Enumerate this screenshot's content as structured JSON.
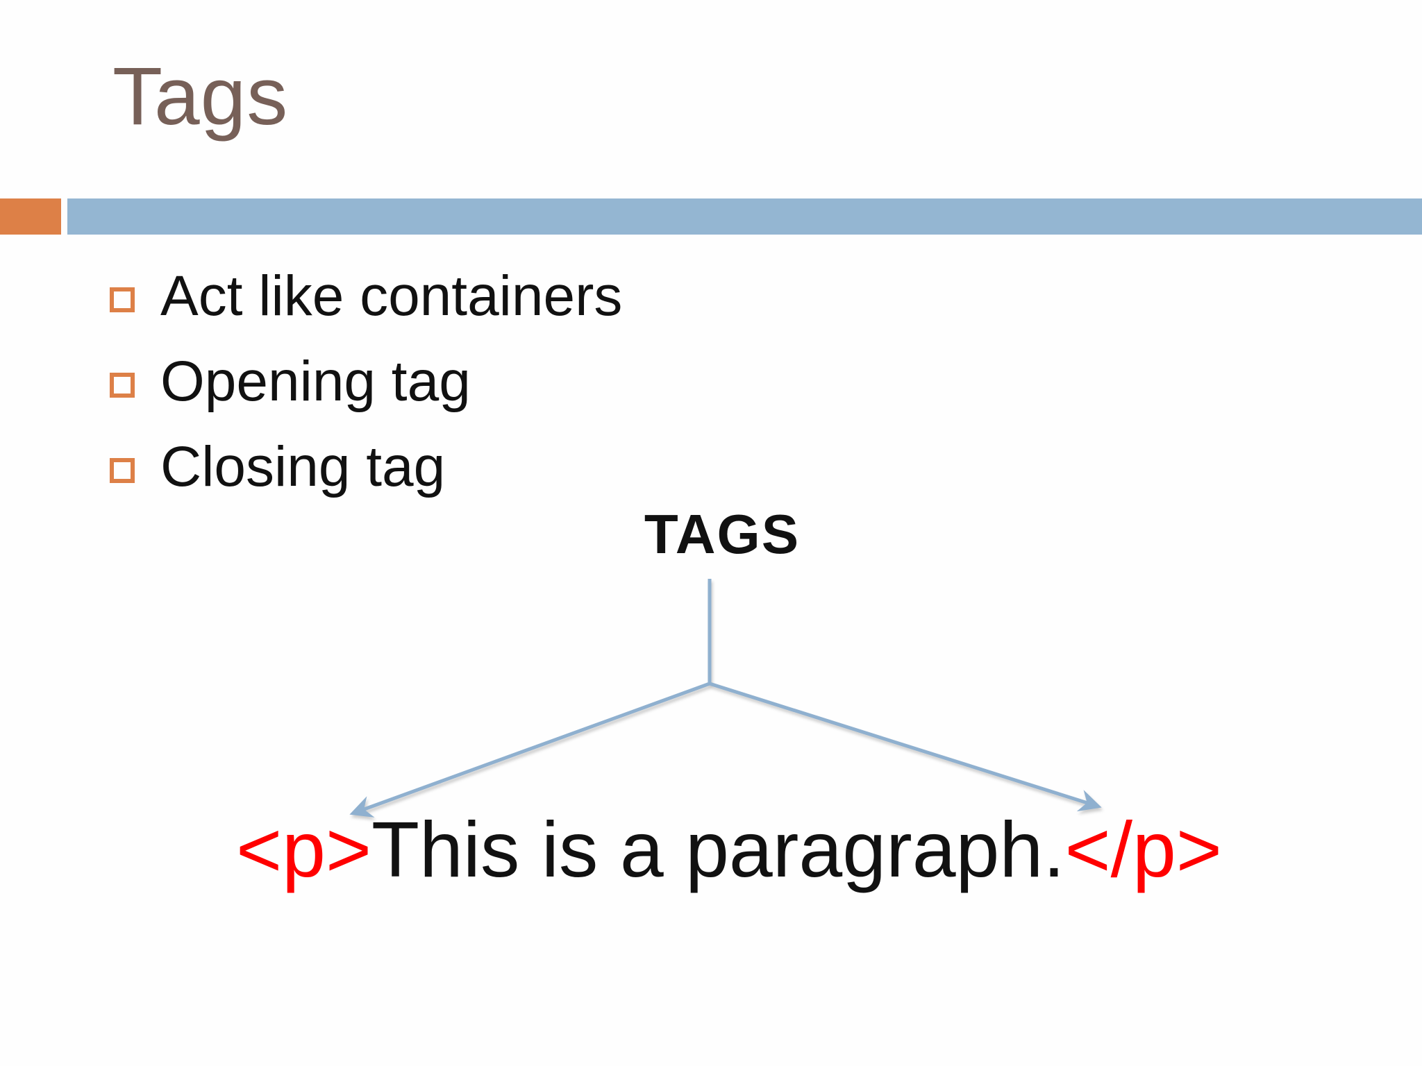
{
  "slide": {
    "title": "Tags",
    "bullets": [
      "Act like containers",
      "Opening tag",
      "Closing tag"
    ],
    "diagram": {
      "root_label": "TAGS",
      "code_line": {
        "opening_tag": "<p>",
        "body_text": "This is a paragraph.",
        "closing_tag": "</p>"
      }
    },
    "colors": {
      "title_brown": "#776058",
      "accent_orange": "#DD8047",
      "accent_blue": "#94B6D2",
      "arrow_blue": "#8FB0CF",
      "tag_red": "#FF0000",
      "body_black": "#111111"
    }
  }
}
